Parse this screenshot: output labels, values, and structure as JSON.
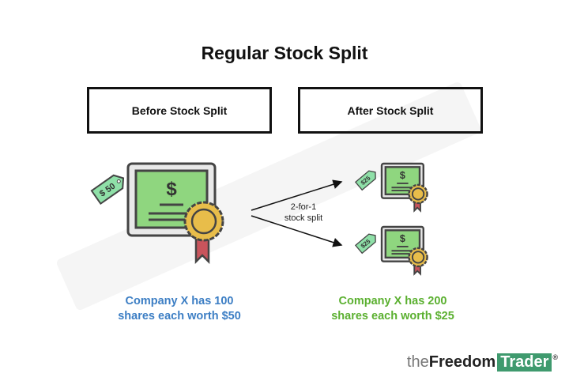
{
  "title": "Regular Stock Split",
  "before_label": "Before Stock Split",
  "after_label": "After Stock Split",
  "split_label_line1": "2-for-1",
  "split_label_line2": "stock split",
  "before_caption_line1": "Company X has 100",
  "before_caption_line2": "shares each worth $50",
  "after_caption_line1": "Company X has 200",
  "after_caption_line2": "shares each worth $25",
  "before_price_tag": "$ 50",
  "after_price_tag": "$25",
  "certificate_symbol": "$",
  "watermark_text": "theFreedomTrader",
  "logo": {
    "the": "the",
    "freedom": "Freedom",
    "trader": "Trader",
    "reg": "®"
  },
  "colors": {
    "before_caption": "#3c7ec4",
    "after_caption": "#5bb030",
    "certificate_green": "#8fd67f",
    "seal": "#e8bd4a",
    "ribbon": "#c8545c",
    "logo_green": "#3f9a6e"
  }
}
